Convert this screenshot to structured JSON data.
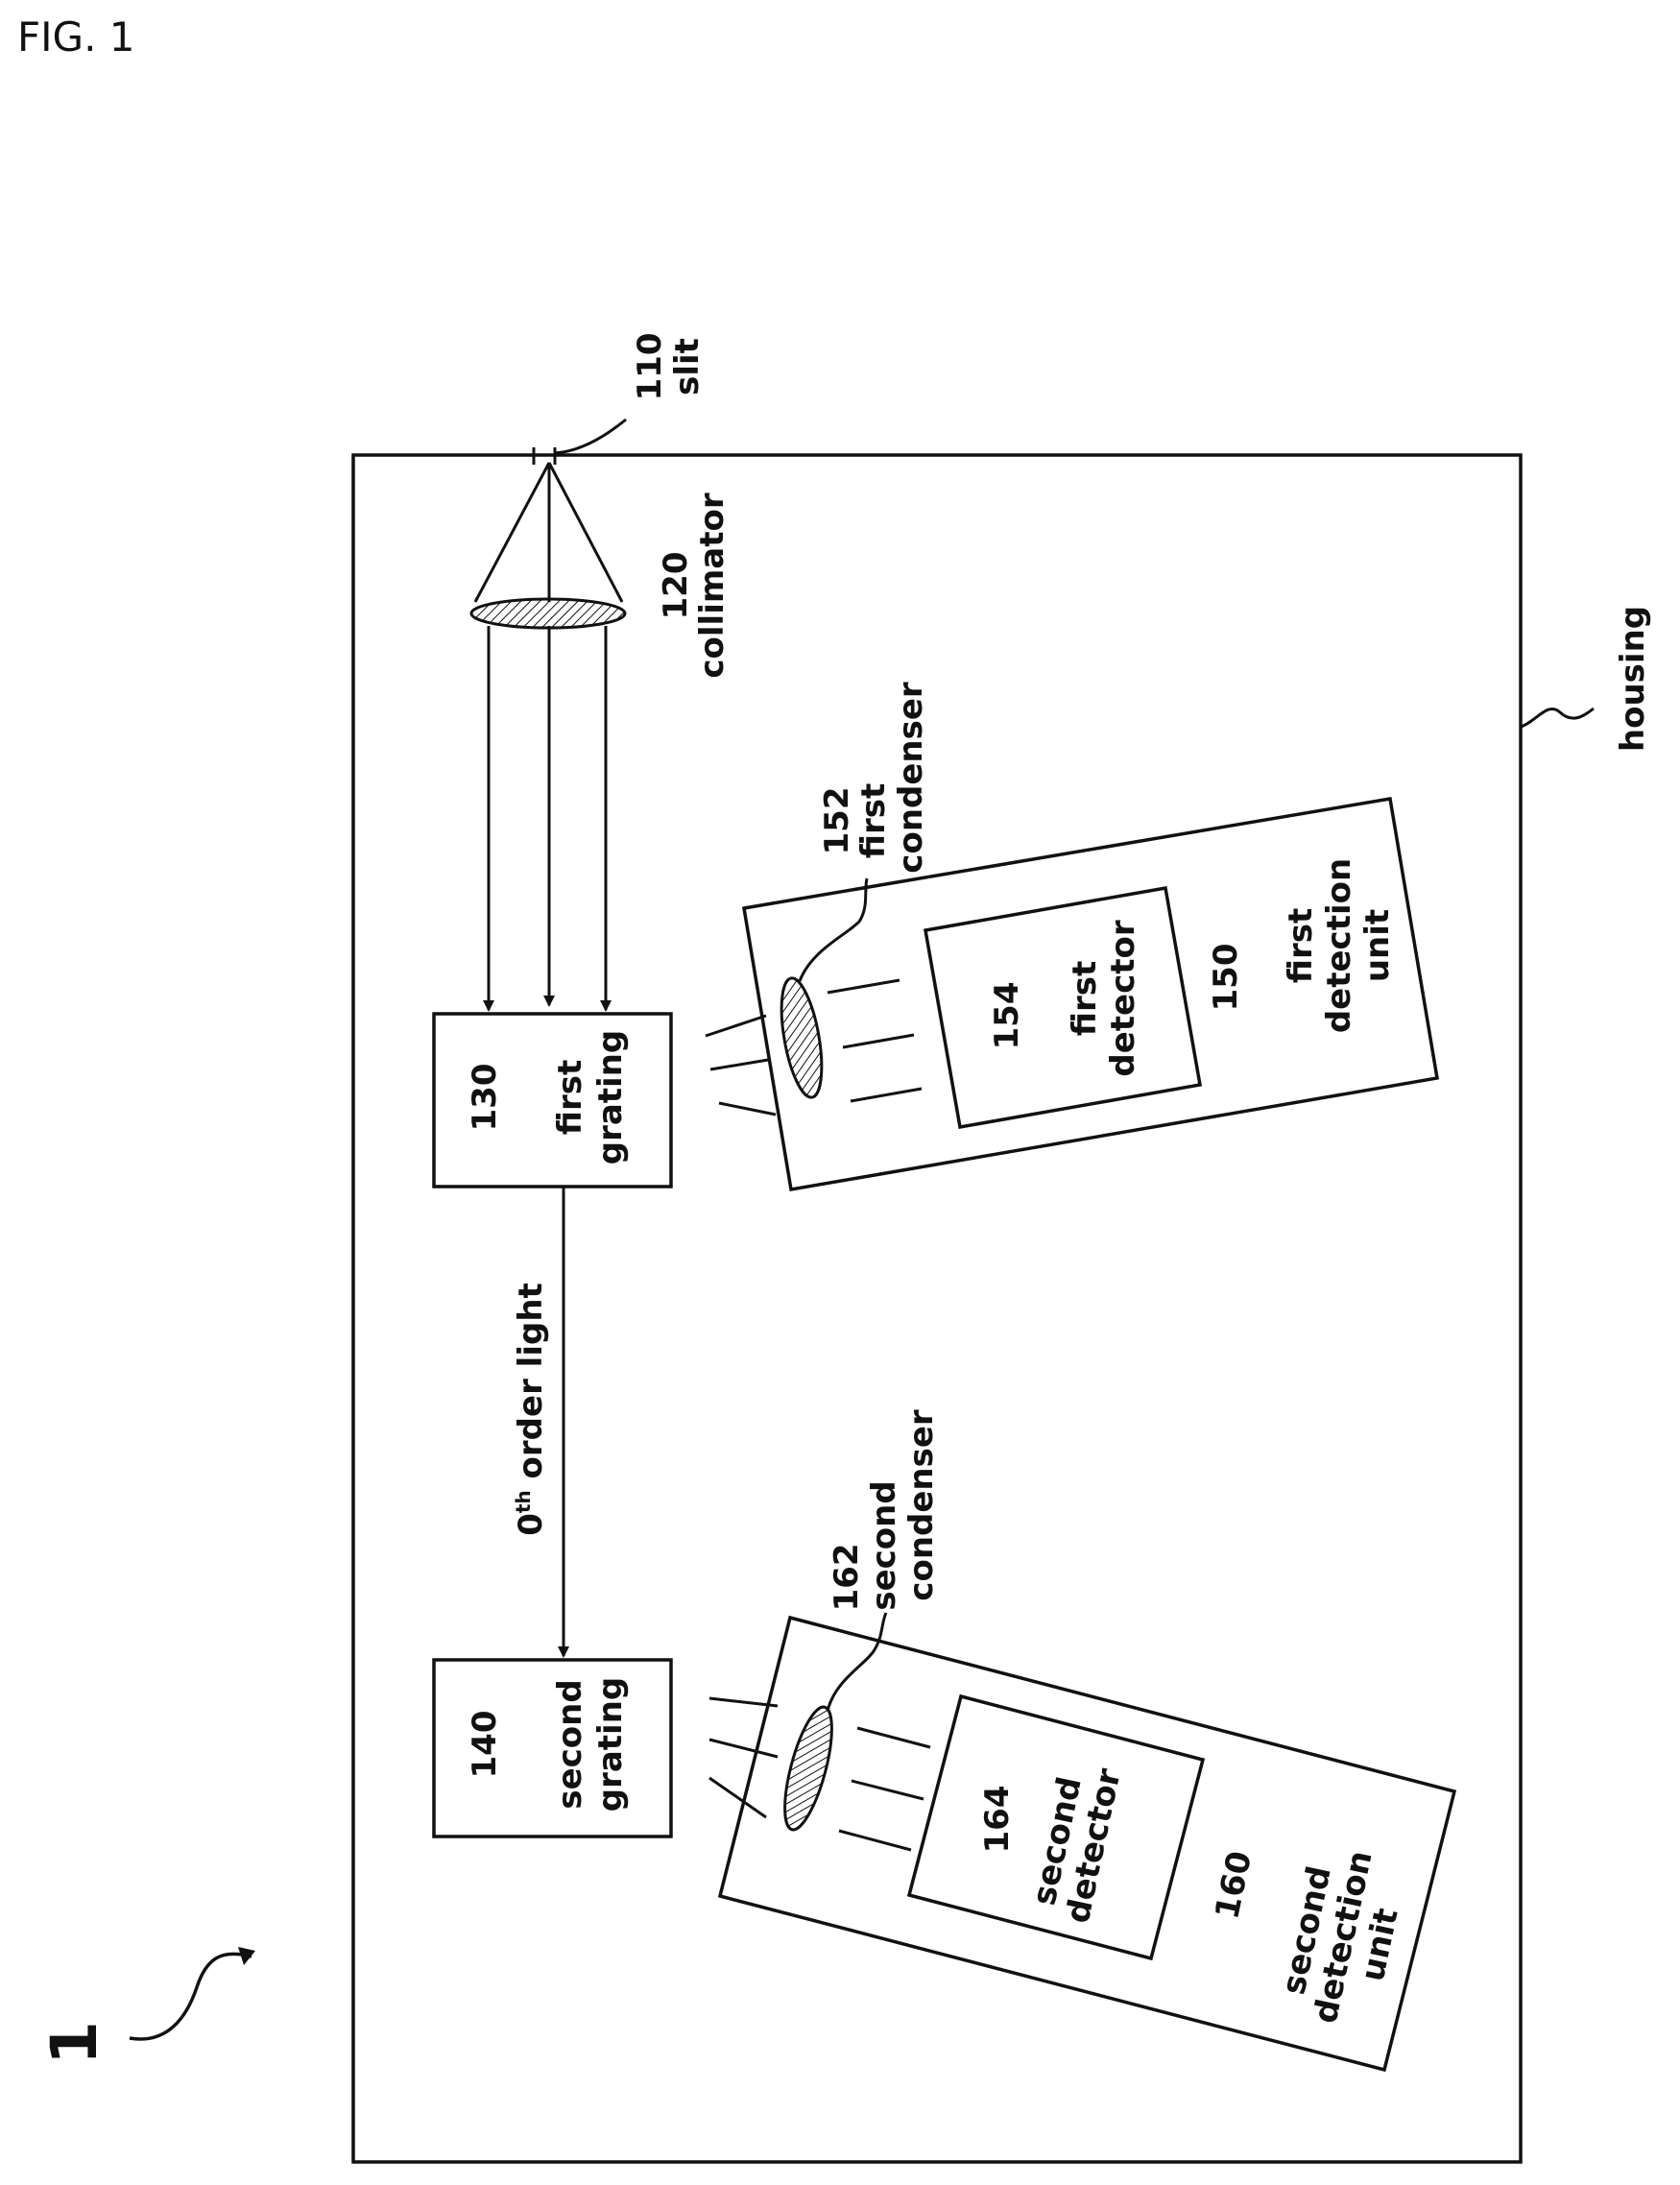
{
  "figure_label": "FIG. 1",
  "system_ref": "1",
  "housing": {
    "label": "housing"
  },
  "slit": {
    "ref": "110",
    "label": "slit"
  },
  "collimator": {
    "ref": "120",
    "label": "collimator"
  },
  "first_grating": {
    "ref": "130",
    "label_1": "first",
    "label_2": "grating"
  },
  "second_grating": {
    "ref": "140",
    "label_1": "second",
    "label_2": "grating"
  },
  "zeroth_order": {
    "base": "0",
    "sup": "th",
    "rest": " order light"
  },
  "first_detection_unit": {
    "ref": "150",
    "label_1": "first",
    "label_2": "detection",
    "label_3": "unit",
    "condenser": {
      "ref": "152",
      "label_1": "first",
      "label_2": "condenser"
    },
    "detector": {
      "ref": "154",
      "label_1": "first",
      "label_2": "detector"
    }
  },
  "second_detection_unit": {
    "ref": "160",
    "label_1": "second",
    "label_2": "detection",
    "label_3": "unit",
    "condenser": {
      "ref": "162",
      "label_1": "second",
      "label_2": "condenser"
    },
    "detector": {
      "ref": "164",
      "label_1": "second",
      "label_2": "detector"
    }
  }
}
